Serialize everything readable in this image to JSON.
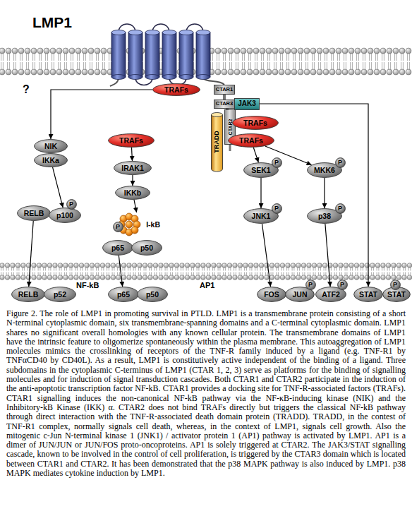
{
  "diagram": {
    "caption": "Figure 2. The role of LMP1 in promoting survival in PTLD. LMP1 is a transmembrane protein consisting of a short N-terminal cytoplasmic domain, six transmembrane-spanning domains and a C-terminal cytoplasmic domain. LMP1 shares no significant overall homologies with any known cellular protein. The transmembrane domains of LMP1 have the intrinsic feature to oligomerize spontaneously within the plasma membrane. This autoaggregation of LMP1 molecules mimics the crosslinking of receptors of the TNF-R family induced by a ligand (e.g. TNF-R1 by TNFαCD40 by CD40L). As a result, LMP1 is constitutively active independent of the binding of a ligand. Three subdomains in the cytoplasmic C-terminus of LMP1 (CTAR 1, 2, 3) serve as platforms for the binding of signalling molecules and for induction of signal transduction cascades. Both CTAR1 and CTAR2 participate in the induction of the anti-apoptotic transcription factor NF-kB. CTAR1 provides a docking site for TNF-R-associated factors (TRAFs). CTAR1 signalling induces the non-canonical NF-kB pathway via the NF-κB-inducing kinase (NIK) and the Inhibitory-kB Kinase (IKK) α. CTAR2 does not bind TRAFs directly but triggers the classical NF-kB pathway through direct interaction with the TNF-R-associated death domain protein (TRADD). TRADD, in the contest of TNF-R1 complex, normally signals cell death, whereas, in the context of LMP1, signals cell growth. Also the mitogenic c-Jun N-terminal kinase 1 (JNK1) / activator protein 1 (AP1) pathway is activated by LMP1. AP1 is a dimer of JUN/JUN or JUN/FOS proto-oncoproteins. AP1 is solely triggered at CTAR2. The JAK3/STAT signalling cascade, known to be involved in the control of cell proliferation, is triggered by the CTAR3 domain which is located between CTAR1 and CTAR2. It has been demonstrated that the p38 MAPK pathway is also induced by LMP1. p38 MAPK mediates cytokine induction by LMP1.",
    "nodes": [
      {
        "text": [
          "CTAR1"
        ]
      },
      {
        "text": [
          "TRAFs"
        ]
      },
      {
        "text": [
          "CTAR3"
        ]
      },
      {
        "text": [
          "JAK3"
        ]
      },
      {
        "text": [
          "CTAR2"
        ]
      },
      {
        "text": [
          "TRADD"
        ]
      },
      {
        "text": [
          "TRAFs"
        ]
      },
      {
        "text": [
          "TRAFs"
        ]
      },
      {
        "text": [
          "TRAFs"
        ]
      },
      {
        "text": [
          "NIK"
        ]
      },
      {
        "text": [
          "IKKa"
        ]
      },
      {
        "text": [
          "IRAK1"
        ]
      },
      {
        "text": [
          "SEK1"
        ]
      },
      {
        "text": [
          "P"
        ]
      },
      {
        "text": [
          "MKK6"
        ]
      },
      {
        "text": [
          "P"
        ]
      },
      {
        "text": [
          "IKKb"
        ]
      },
      {
        "text": [
          "RELB"
        ]
      },
      {
        "text": [
          "p100"
        ]
      },
      {
        "text": [
          "P"
        ]
      },
      {
        "text": [
          "JNK1"
        ]
      },
      {
        "text": [
          "P"
        ]
      },
      {
        "text": [
          "p38"
        ]
      },
      {
        "text": [
          "P"
        ]
      },
      {
        "text": [
          "I-kB"
        ]
      },
      {
        "text": [
          "P"
        ]
      },
      {
        "text": [
          "p65"
        ]
      },
      {
        "text": [
          "p50"
        ]
      },
      {
        "text": [
          "RELB"
        ]
      },
      {
        "text": [
          "p52"
        ]
      },
      {
        "text": [
          "p65"
        ]
      },
      {
        "text": [
          "p50"
        ]
      },
      {
        "text": [
          "FOS"
        ]
      },
      {
        "text": [
          "JUN"
        ]
      },
      {
        "text": [
          "P"
        ]
      },
      {
        "text": [
          "ATF2"
        ]
      },
      {
        "text": [
          "P"
        ]
      },
      {
        "text": [
          "STAT"
        ]
      },
      {
        "text": [
          "STAT"
        ]
      },
      {
        "text": [
          "P"
        ]
      }
    ],
    "edges": [
      {
        "from": 1,
        "to": 9,
        "arrow": "to"
      },
      {
        "from": 10,
        "to": 18,
        "arrow": "to"
      },
      {
        "from": 17,
        "to": 28,
        "arrow": "to"
      },
      {
        "from": 6,
        "to": 11,
        "arrow": "to"
      },
      {
        "from": 11,
        "to": 16,
        "arrow": "to"
      },
      {
        "from": 16,
        "to": 24,
        "arrow": "to"
      },
      {
        "from": 26,
        "to": 30,
        "arrow": "to"
      },
      {
        "from": 8,
        "to": 12,
        "arrow": "to"
      },
      {
        "from": 8,
        "to": 14,
        "arrow": "to"
      },
      {
        "from": 12,
        "to": 20,
        "arrow": "to"
      },
      {
        "from": 14,
        "to": 22,
        "arrow": "to"
      },
      {
        "from": 20,
        "to": 32,
        "arrow": "to"
      },
      {
        "from": 22,
        "to": 35,
        "arrow": "to"
      },
      {
        "from": 3,
        "to": 37,
        "arrow": "to"
      }
    ],
    "labels": [
      "LMP1",
      "?",
      "NF-kB",
      "AP1"
    ]
  }
}
